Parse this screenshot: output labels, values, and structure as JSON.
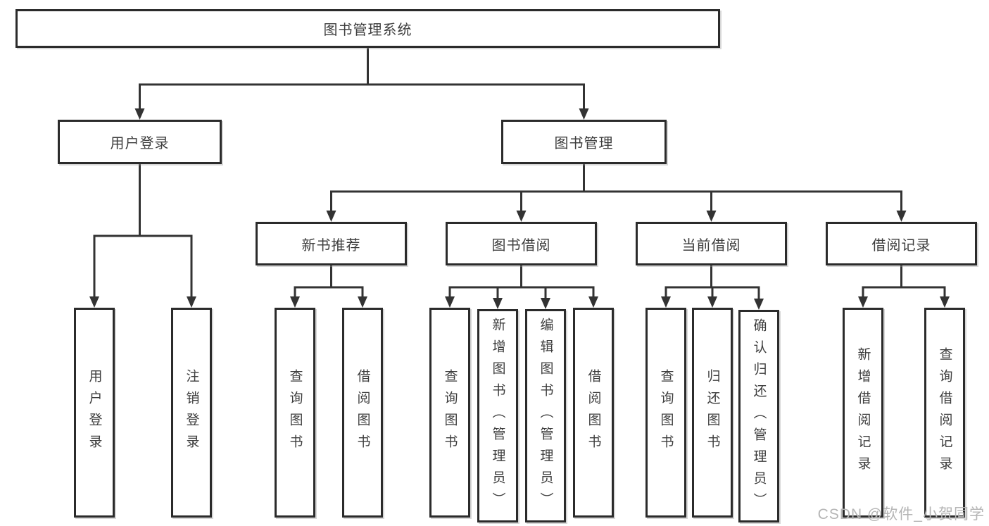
{
  "diagram": {
    "type": "tree",
    "tree": {
      "label": "图书管理系统",
      "children": [
        {
          "label": "用户登录",
          "children": [
            {
              "label": "用户登录"
            },
            {
              "label": "注销登录"
            }
          ]
        },
        {
          "label": "图书管理",
          "children": [
            {
              "label": "新书推荐",
              "children": [
                {
                  "label": "查询图书"
                },
                {
                  "label": "借阅图书"
                }
              ]
            },
            {
              "label": "图书借阅",
              "children": [
                {
                  "label": "查询图书"
                },
                {
                  "label": "新增图书（管理员）"
                },
                {
                  "label": "编辑图书（管理员）"
                },
                {
                  "label": "借阅图书"
                }
              ]
            },
            {
              "label": "当前借阅",
              "children": [
                {
                  "label": "查询图书"
                },
                {
                  "label": "归还图书"
                },
                {
                  "label": "确认归还（管理员）"
                }
              ]
            },
            {
              "label": "借阅记录",
              "children": [
                {
                  "label": "新增借阅记录"
                },
                {
                  "label": "查询借阅记录"
                }
              ]
            }
          ]
        }
      ]
    },
    "colors": {
      "line": "#333333",
      "box_border": "#2b2b2b",
      "box_fill": "#ffffff",
      "text": "#3d3d3d",
      "watermark": "#b5b5b5",
      "background": "#ffffff"
    }
  },
  "watermark": {
    "text": "CSDN @软件_小贺同学"
  }
}
